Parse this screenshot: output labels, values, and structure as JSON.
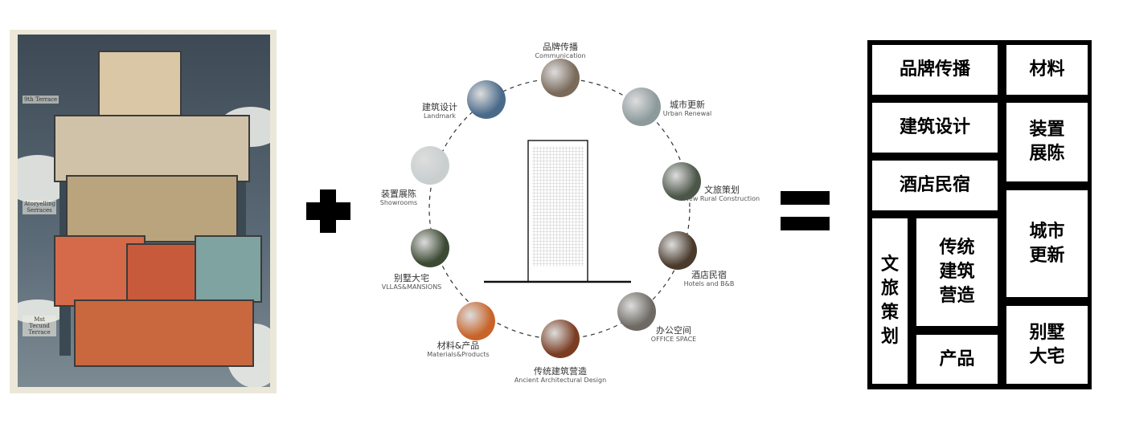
{
  "poster": {
    "labels": [
      "9th Terrace",
      "Atoryelling Serraces",
      "Mst Tecund Terrace"
    ]
  },
  "operators": {
    "plus": "+",
    "equals": "="
  },
  "ring": {
    "nodes": [
      {
        "zh": "品牌传播",
        "en": "Communication",
        "color": "#7a6a5a"
      },
      {
        "zh": "城市更新",
        "en": "Urban Renewal",
        "color": "#8d9a9c"
      },
      {
        "zh": "文旅策划",
        "en": "New Rural Construction",
        "color": "#4b5548"
      },
      {
        "zh": "酒店民宿",
        "en": "Hotels and B&B",
        "color": "#4a3a2c"
      },
      {
        "zh": "办公空间",
        "en": "OFFICE SPACE",
        "color": "#6e6a63"
      },
      {
        "zh": "传统建筑营造",
        "en": "Ancient Architectural Design",
        "color": "#7a3d22"
      },
      {
        "zh": "材料&产品",
        "en": "Materials&Products",
        "color": "#c8642a"
      },
      {
        "zh": "别墅大宅",
        "en": "VLLAS&MANSIONS",
        "color": "#3c4a33"
      },
      {
        "zh": "装置展陈",
        "en": "Showrooms",
        "color": "#c9cfcf"
      },
      {
        "zh": "建筑设计",
        "en": "Landmark",
        "color": "#4a6a8a"
      }
    ]
  },
  "grid": {
    "cells": [
      "品牌传播",
      "材料",
      "建筑设计",
      "装置展陈",
      "酒店民宿",
      "城市更新",
      "文旅策划",
      "传统建筑营造",
      "产品",
      "别墅大宅"
    ]
  }
}
